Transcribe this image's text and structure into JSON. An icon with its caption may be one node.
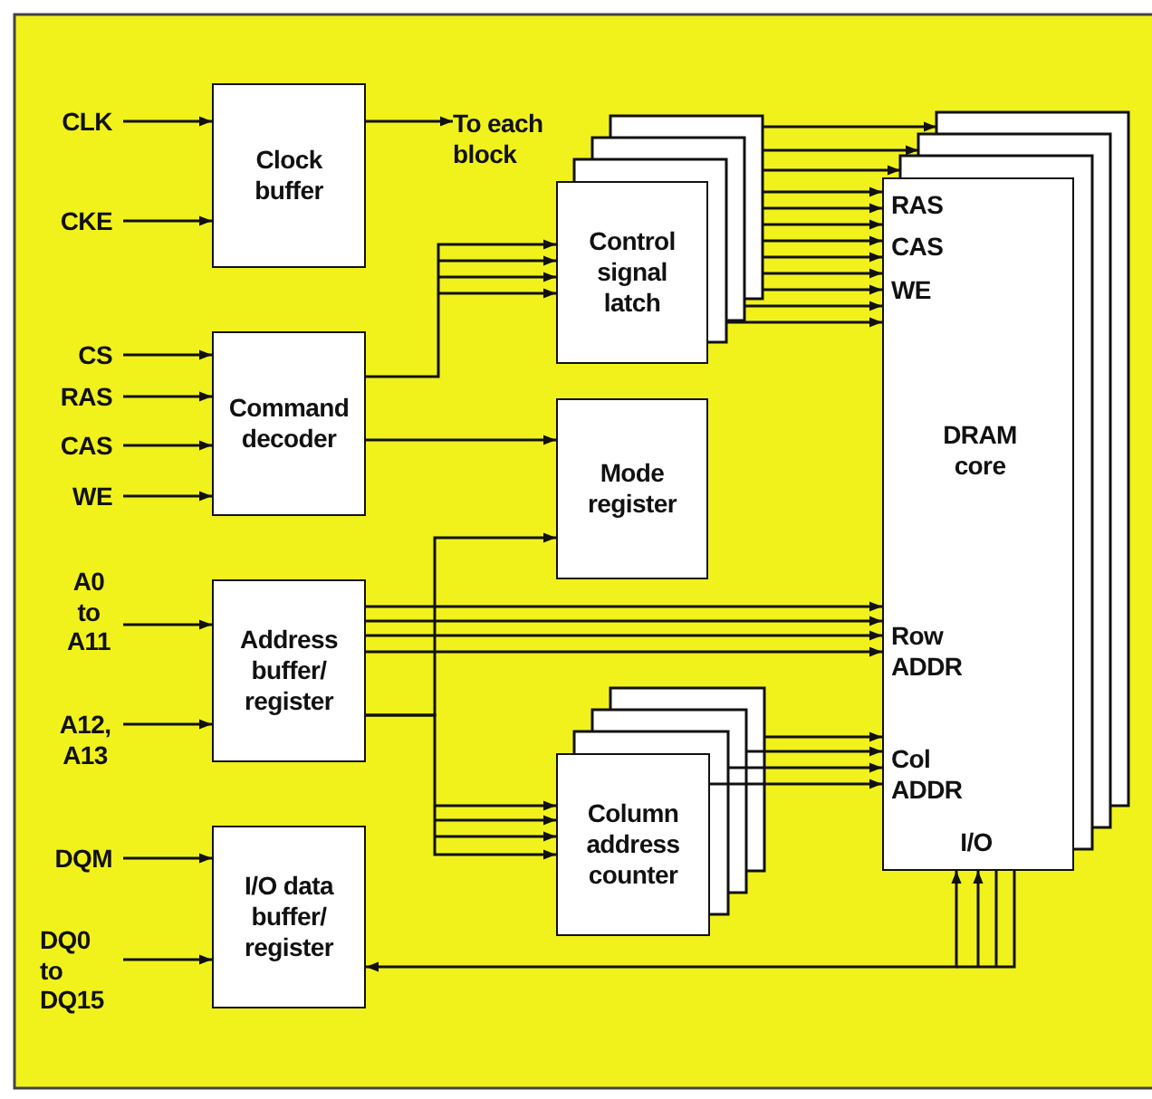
{
  "diagram": {
    "nodes": [
      {
        "text": [
          "CLK"
        ]
      },
      {
        "text": [
          "CKE"
        ]
      },
      {
        "text": [
          "Clock buffer"
        ]
      },
      {
        "text": [
          "To each block"
        ]
      },
      {
        "text": [
          "CS"
        ]
      },
      {
        "text": [
          "RAS"
        ]
      },
      {
        "text": [
          "CAS"
        ]
      },
      {
        "text": [
          "WE"
        ]
      },
      {
        "text": [
          "Command decoder"
        ]
      },
      {
        "text": [
          "Control signal latch"
        ]
      },
      {
        "text": [
          "Mode register"
        ]
      },
      {
        "text": [
          "A0 to A11"
        ]
      },
      {
        "text": [
          "A12, A13"
        ]
      },
      {
        "text": [
          "Address buffer/ register"
        ]
      },
      {
        "text": [
          "Column address counter"
        ]
      },
      {
        "text": [
          "DQM"
        ]
      },
      {
        "text": [
          "DQ0 to DQ15"
        ]
      },
      {
        "text": [
          "I/O data buffer/ register"
        ]
      },
      {
        "text": [
          "RAS",
          "CAS",
          "WE",
          "DRAM core",
          "Row ADDR",
          "Col ADDR",
          "I/O"
        ]
      }
    ],
    "edges": [
      {
        "from": 0,
        "to": 2,
        "arrow": "to"
      },
      {
        "from": 1,
        "to": 2,
        "arrow": "to"
      },
      {
        "from": 2,
        "to": 3,
        "arrow": "to"
      },
      {
        "from": 4,
        "to": 8,
        "arrow": "to"
      },
      {
        "from": 5,
        "to": 8,
        "arrow": "to"
      },
      {
        "from": 6,
        "to": 8,
        "arrow": "to"
      },
      {
        "from": 7,
        "to": 8,
        "arrow": "to"
      },
      {
        "from": 8,
        "to": 9,
        "arrow": "to"
      },
      {
        "from": 8,
        "to": 10,
        "arrow": "to"
      },
      {
        "from": 9,
        "to": 18,
        "arrow": "to"
      },
      {
        "from": 11,
        "to": 13,
        "arrow": "to"
      },
      {
        "from": 12,
        "to": 13,
        "arrow": "to"
      },
      {
        "from": 13,
        "to": 18,
        "arrow": "to"
      },
      {
        "from": 13,
        "to": 10,
        "arrow": "to"
      },
      {
        "from": 13,
        "to": 14,
        "arrow": "to"
      },
      {
        "from": 14,
        "to": 18,
        "arrow": "to"
      },
      {
        "from": 15,
        "to": 17,
        "arrow": "to"
      },
      {
        "from": 16,
        "to": 17,
        "arrow": "to"
      },
      {
        "from": 18,
        "to": 17,
        "arrow": "both"
      }
    ]
  }
}
